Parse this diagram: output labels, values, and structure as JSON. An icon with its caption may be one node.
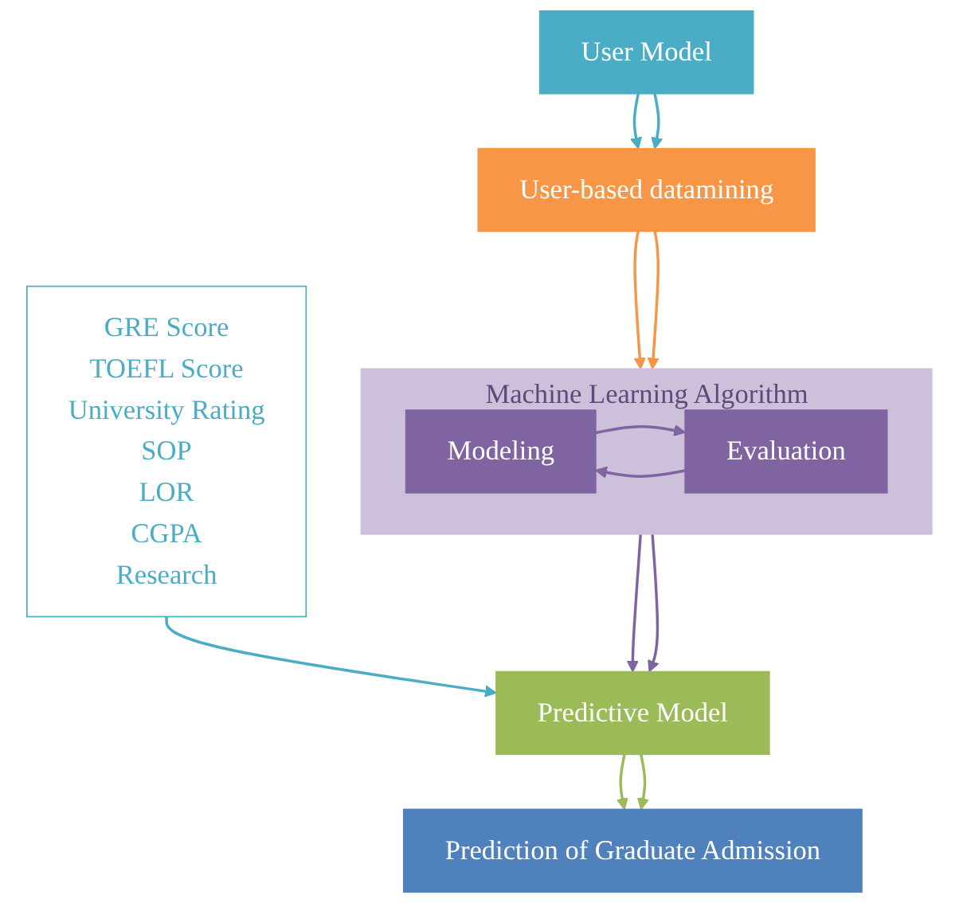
{
  "diagram": {
    "nodes": [
      {
        "text": [
          "User Model"
        ]
      },
      {
        "text": [
          "User-based datamining"
        ]
      },
      {
        "text": [
          "Machine Learning Algorithm"
        ]
      },
      {
        "text": [
          "Modeling"
        ],
        "in": 2
      },
      {
        "text": [
          "Evaluation"
        ],
        "in": 2
      },
      {
        "text": [
          "Predictive Model"
        ]
      },
      {
        "text": [
          "Prediction of Graduate Admission"
        ]
      },
      {
        "text": [
          "GRE Score",
          "TOEFL Score",
          "University Rating",
          "SOP",
          "LOR",
          "CGPA",
          "Research"
        ]
      }
    ],
    "edges": [
      {
        "from": 0,
        "to": 1,
        "arrow": "to",
        "color": "#4bacc6"
      },
      {
        "from": 0,
        "to": 1,
        "arrow": "to",
        "color": "#4bacc6"
      },
      {
        "from": 1,
        "to": 2,
        "arrow": "to",
        "color": "#f79646"
      },
      {
        "from": 1,
        "to": 2,
        "arrow": "to",
        "color": "#f79646"
      },
      {
        "from": 3,
        "to": 4,
        "arrow": "to"
      },
      {
        "from": 4,
        "to": 3,
        "arrow": "to"
      },
      {
        "from": 2,
        "to": 5,
        "arrow": "to"
      },
      {
        "from": 2,
        "to": 5,
        "arrow": "to"
      },
      {
        "from": 5,
        "to": 6,
        "arrow": "to",
        "color": "#9bbb59"
      },
      {
        "from": 5,
        "to": 6,
        "arrow": "to",
        "color": "#9bbb59"
      },
      {
        "from": 7,
        "to": 5,
        "arrow": "to",
        "color": "#4bacc6"
      }
    ]
  }
}
